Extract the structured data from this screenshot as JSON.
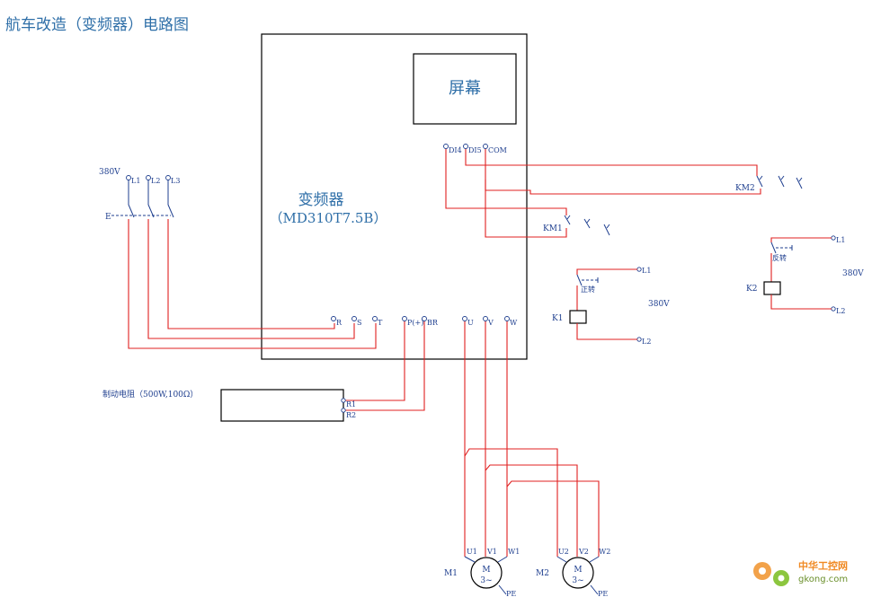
{
  "title": "航车改造（变频器）电路图",
  "inverter": {
    "name": "变频器",
    "model": "（MD310T7.5B）"
  },
  "screen_label": "屏幕",
  "control_terminals": [
    "DI4",
    "DI5",
    "COM"
  ],
  "input_terminals": [
    "R",
    "S",
    "T"
  ],
  "brake_terminals": [
    "P(+)",
    "BR"
  ],
  "output_terminals": [
    "U",
    "V",
    "W"
  ],
  "supply": {
    "voltage": "380V",
    "lines": [
      "L1",
      "L2",
      "L3"
    ]
  },
  "breaker_label": "E",
  "contactors": [
    "KM1",
    "KM2"
  ],
  "relays": [
    {
      "name": "K1",
      "mode": "正转",
      "voltage": "380V",
      "lines": [
        "L1",
        "L2"
      ]
    },
    {
      "name": "K2",
      "mode": "反转",
      "voltage": "380V",
      "lines": [
        "L1",
        "L2"
      ]
    }
  ],
  "brake_resistor": {
    "label": "制动电阻（500W,100Ω）",
    "terminals": [
      "R1",
      "R2"
    ]
  },
  "motors": [
    {
      "name": "M1",
      "terminals": [
        "U1",
        "V1",
        "W1"
      ],
      "symbol": "M",
      "phase": "3~",
      "ground": "PE"
    },
    {
      "name": "M2",
      "terminals": [
        "U2",
        "V2",
        "W2"
      ],
      "symbol": "M",
      "phase": "3~",
      "ground": "PE"
    }
  ],
  "watermark": {
    "cn": "中华工控网",
    "en": "gkong.com"
  }
}
